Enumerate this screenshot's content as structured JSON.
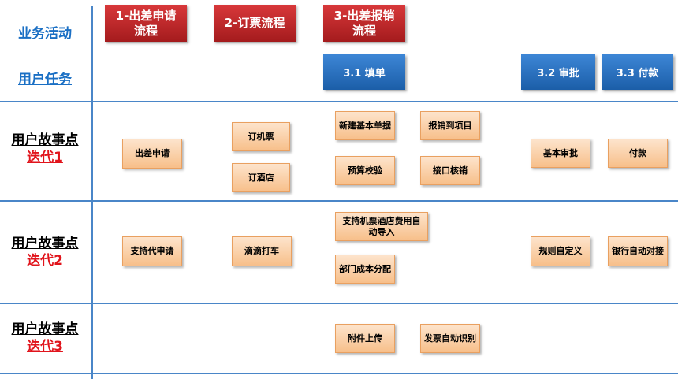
{
  "rows": {
    "activities": "业务活动",
    "tasks": "用户任务",
    "stories1": {
      "title": "用户故事点",
      "iteration": "迭代1"
    },
    "stories2": {
      "title": "用户故事点",
      "iteration": "迭代2"
    },
    "stories3": {
      "title": "用户故事点",
      "iteration": "迭代3"
    }
  },
  "activities": [
    "1-出差申请流程",
    "2-订票流程",
    "3-出差报销流程"
  ],
  "tasks": [
    "3.1 填单",
    "3.2 审批",
    "3.3 付款"
  ],
  "iteration1": {
    "apply": "出差申请",
    "flight": "订机票",
    "hotel": "订酒店",
    "new_basic": "新建基本单据",
    "budget": "预算校验",
    "to_project": "报销到项目",
    "interface": "接口核销",
    "basic_approval": "基本审批",
    "payment": "付款"
  },
  "iteration2": {
    "proxy_apply": "支持代申请",
    "didi": "滴滴打车",
    "auto_import": "支持机票酒店费用自动导入",
    "dept_cost": "部门成本分配",
    "custom_rules": "规则自定义",
    "bank_auto": "银行自动对接"
  },
  "iteration3": {
    "attachment": "附件上传",
    "invoice_ocr": "发票自动识别"
  }
}
